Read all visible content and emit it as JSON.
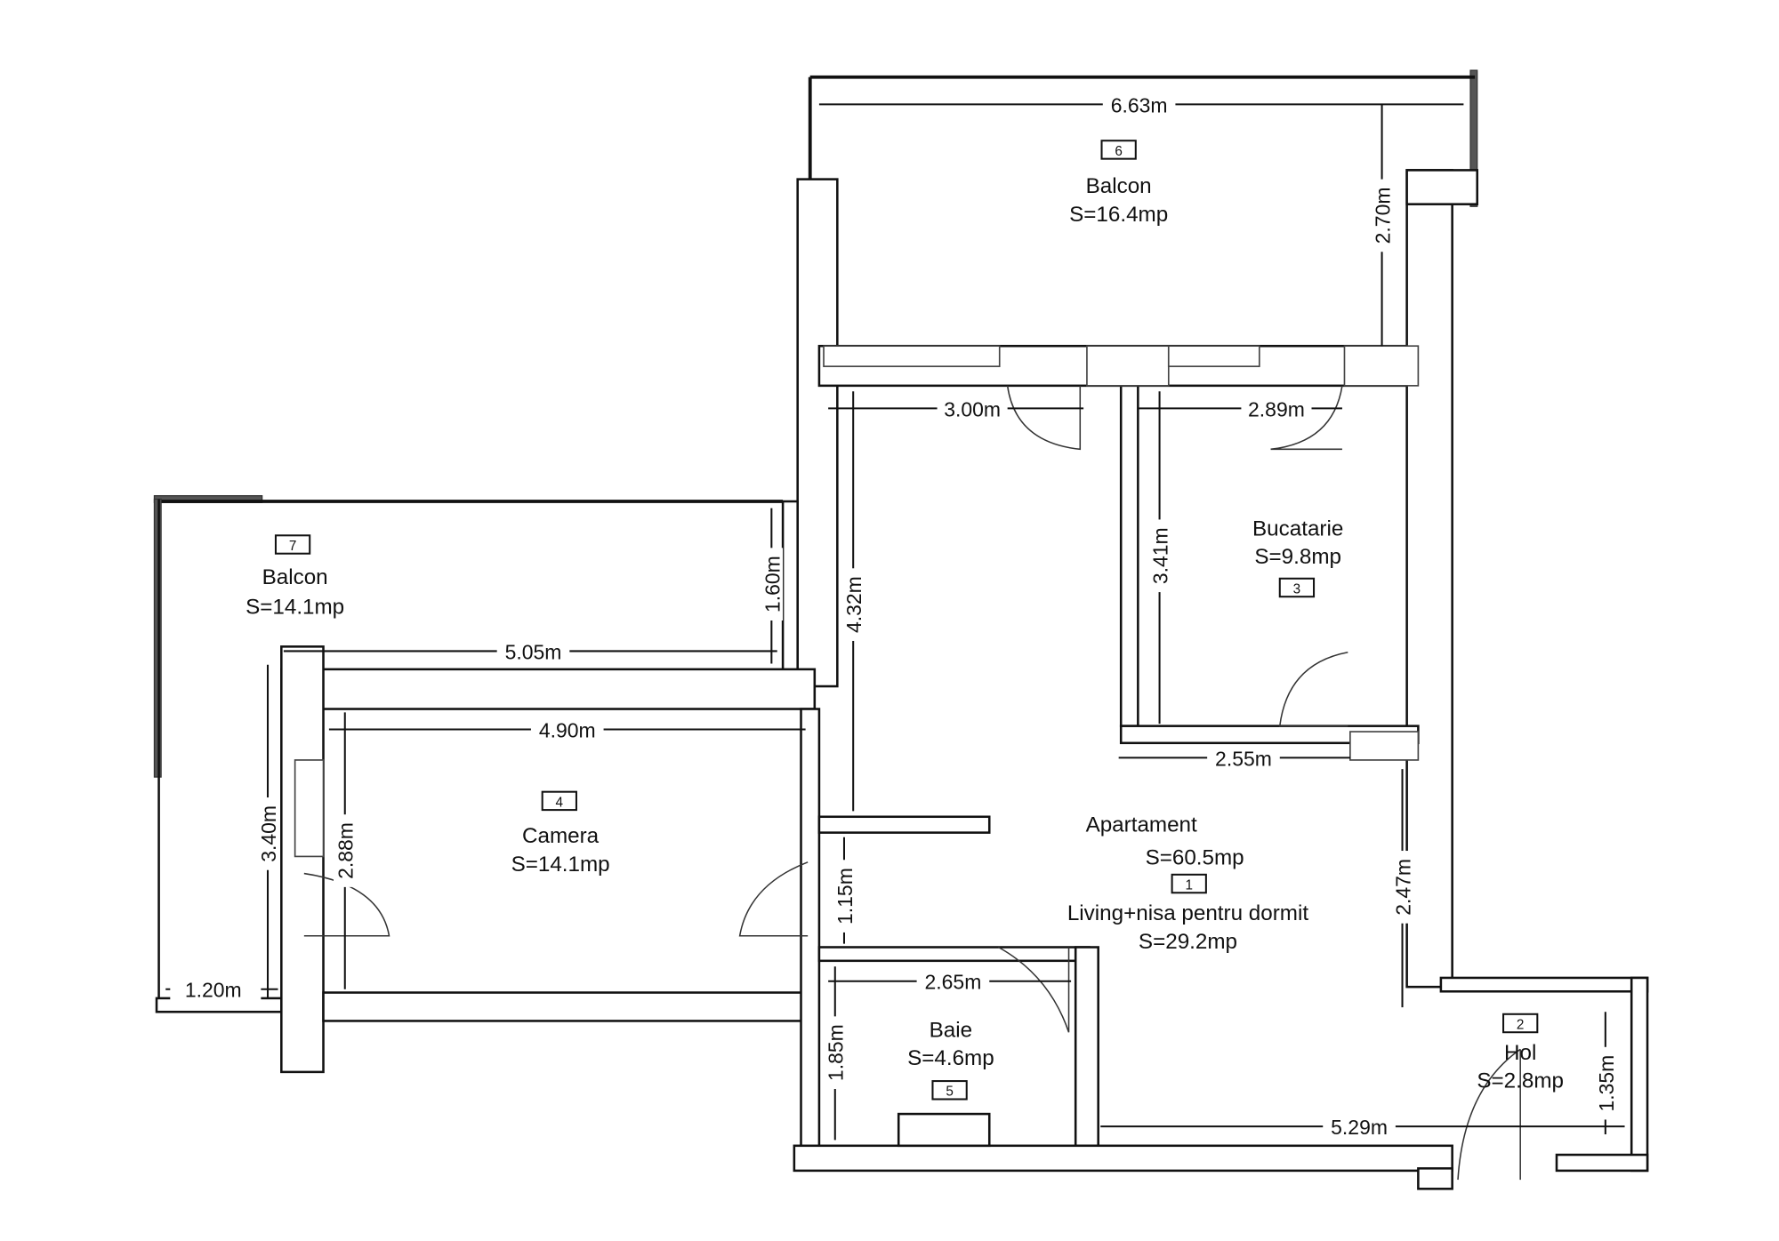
{
  "rooms": {
    "r1": {
      "number": "1",
      "title": "Apartament",
      "total_area": "S=60.5mp",
      "name": "Living+nisa pentru dormit",
      "area": "S=29.2mp"
    },
    "r2": {
      "number": "2",
      "name": "Hol",
      "area": "S=2.8mp"
    },
    "r3": {
      "number": "3",
      "name": "Bucatarie",
      "area": "S=9.8mp"
    },
    "r4": {
      "number": "4",
      "name": "Camera",
      "area": "S=14.1mp"
    },
    "r5": {
      "number": "5",
      "name": "Baie",
      "area": "S=4.6mp"
    },
    "r6": {
      "number": "6",
      "name": "Balcon",
      "area": "S=16.4mp"
    },
    "r7": {
      "number": "7",
      "name": "Balcon",
      "area": "S=14.1mp"
    }
  },
  "dimensions": {
    "d663": "6.63m",
    "d270": "2.70m",
    "d300": "3.00m",
    "d289": "2.89m",
    "d341": "3.41m",
    "d432": "4.32m",
    "d160": "1.60m",
    "d505": "5.05m",
    "d490": "4.90m",
    "d340": "3.40m",
    "d288": "2.88m",
    "d120": "1.20m",
    "d255": "2.55m",
    "d115": "1.15m",
    "d265": "2.65m",
    "d185": "1.85m",
    "d247": "2.47m",
    "d529": "5.29m",
    "d135": "1.35m"
  }
}
